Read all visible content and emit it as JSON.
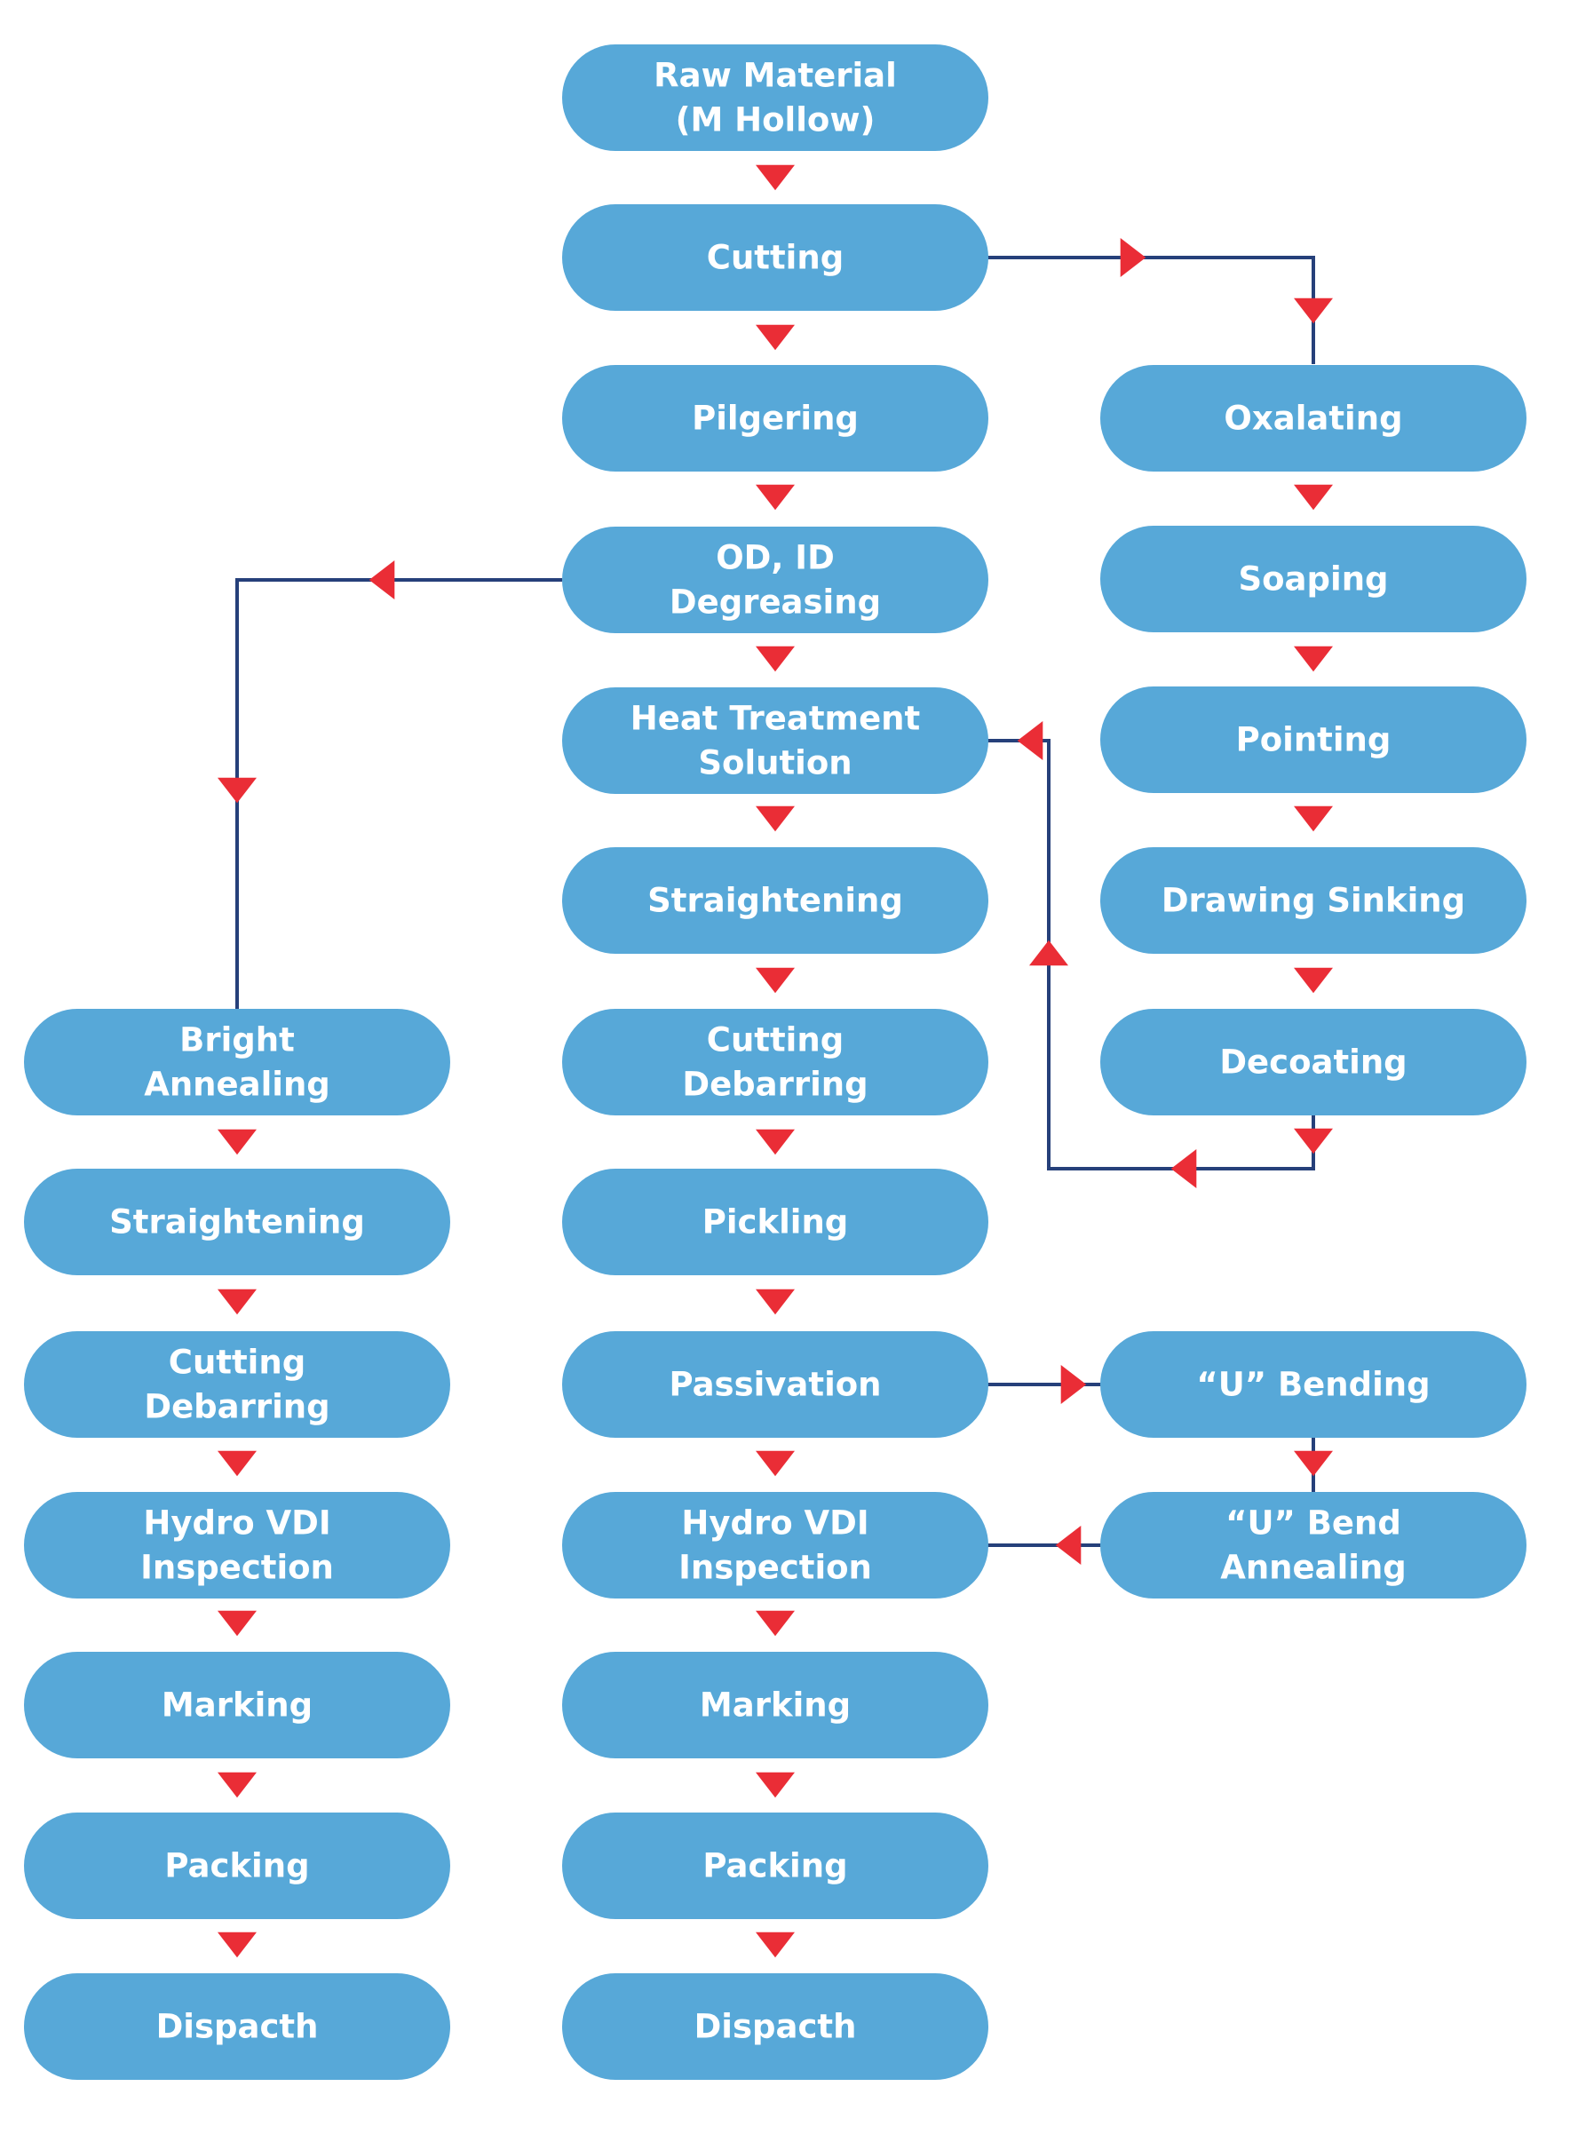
{
  "colors": {
    "node_fill": "#57a8d8",
    "node_text": "#ffffff",
    "connector": "#26407a",
    "arrow": "#ea2d36"
  },
  "nodes": {
    "raw_material": {
      "lines": [
        "Raw Material",
        "(M Hollow)"
      ]
    },
    "cutting": {
      "lines": [
        "Cutting"
      ]
    },
    "pilgering": {
      "lines": [
        "Pilgering"
      ]
    },
    "od_id_degreasing": {
      "lines": [
        "OD, ID",
        "Degreasing"
      ]
    },
    "heat_treatment": {
      "lines": [
        "Heat Treatment",
        "Solution"
      ]
    },
    "straightening_c": {
      "lines": [
        "Straightening"
      ]
    },
    "cutting_debarring_c": {
      "lines": [
        "Cutting",
        "Debarring"
      ]
    },
    "pickling": {
      "lines": [
        "Pickling"
      ]
    },
    "passivation": {
      "lines": [
        "Passivation"
      ]
    },
    "hydro_vdi_c": {
      "lines": [
        "Hydro VDI",
        "Inspection"
      ]
    },
    "marking_c": {
      "lines": [
        "Marking"
      ]
    },
    "packing_c": {
      "lines": [
        "Packing"
      ]
    },
    "dispatch_c": {
      "lines": [
        "Dispacth"
      ]
    },
    "oxalating": {
      "lines": [
        "Oxalating"
      ]
    },
    "soaping": {
      "lines": [
        "Soaping"
      ]
    },
    "pointing": {
      "lines": [
        "Pointing"
      ]
    },
    "drawing_sinking": {
      "lines": [
        "Drawing Sinking"
      ]
    },
    "decoating": {
      "lines": [
        "Decoating"
      ]
    },
    "u_bending": {
      "lines": [
        "“U” Bending"
      ]
    },
    "u_bend_annealing": {
      "lines": [
        "“U” Bend",
        "Annealing"
      ]
    },
    "bright_annealing": {
      "lines": [
        "Bright",
        "Annealing"
      ]
    },
    "straightening_l": {
      "lines": [
        "Straightening"
      ]
    },
    "cutting_debarring_l": {
      "lines": [
        "Cutting",
        "Debarring"
      ]
    },
    "hydro_vdi_l": {
      "lines": [
        "Hydro VDI",
        "Inspection"
      ]
    },
    "marking_l": {
      "lines": [
        "Marking"
      ]
    },
    "packing_l": {
      "lines": [
        "Packing"
      ]
    },
    "dispatch_l": {
      "lines": [
        "Dispacth"
      ]
    }
  }
}
